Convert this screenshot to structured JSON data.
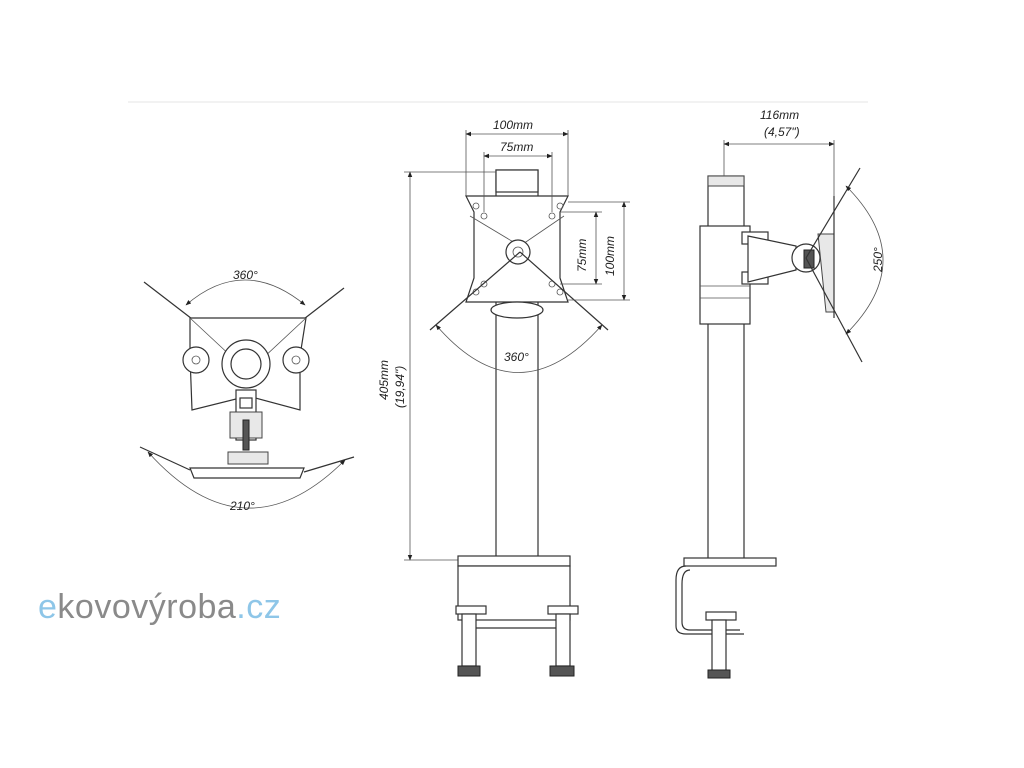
{
  "front_view": {
    "width_outer": "100mm",
    "width_inner": "75mm",
    "height_inner": "75mm",
    "height_outer": "100mm",
    "rotation": "360°",
    "height_mm": "405mm",
    "height_in": "(19,94\")"
  },
  "top_view": {
    "rotation_top": "360°",
    "rotation_bottom": "210°"
  },
  "side_view": {
    "depth_mm": "116mm",
    "depth_in": "(4,57\")",
    "tilt": "250°"
  },
  "logo": {
    "part1": "e",
    "part2": "kovovýroba",
    "part3": ".cz"
  }
}
